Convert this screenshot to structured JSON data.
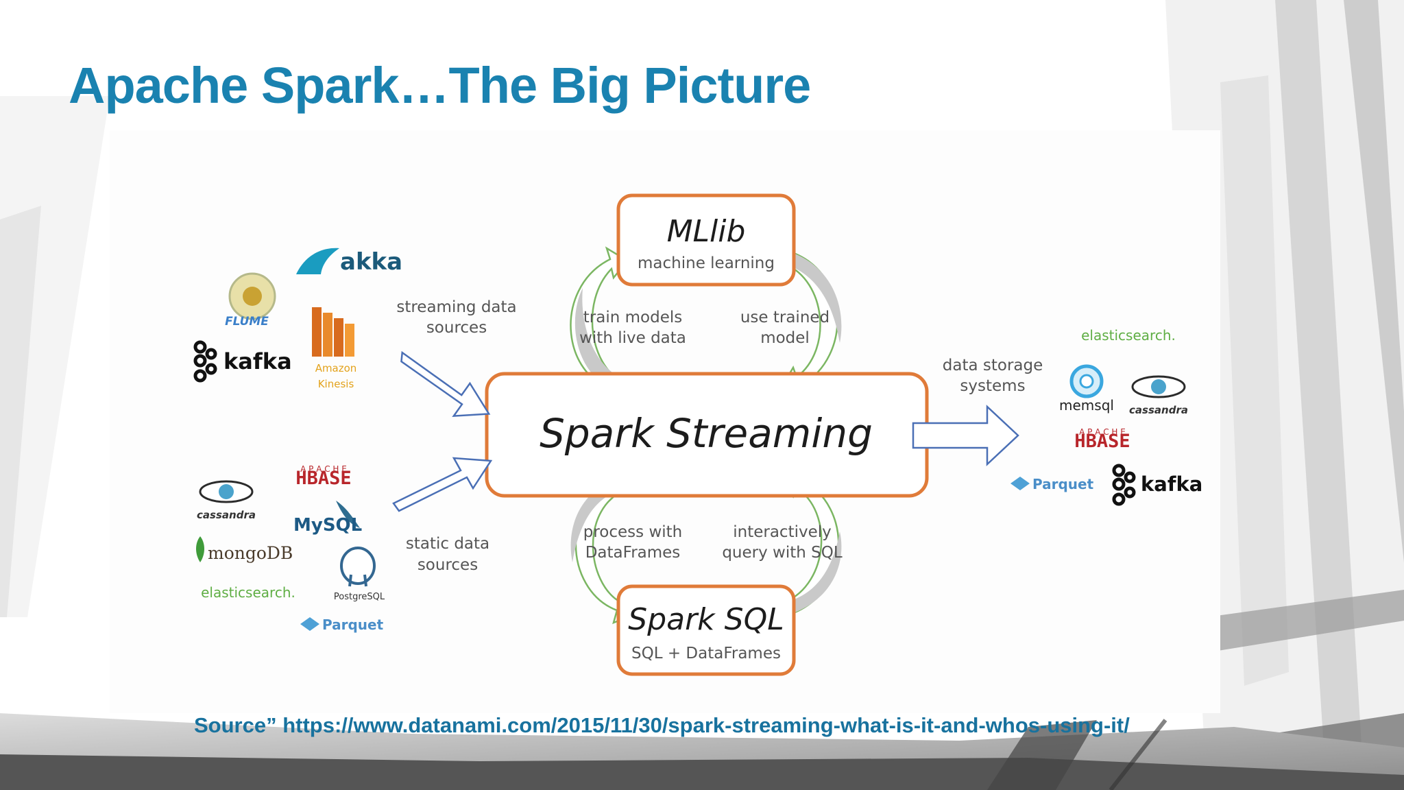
{
  "slide": {
    "title": "Apache Spark…The Big Picture",
    "source": "Source” https://www.datanami.com/2015/11/30/spark-streaming-what-is-it-and-whos-using-it/"
  },
  "diagram": {
    "center": {
      "label": "Spark Streaming"
    },
    "mllib": {
      "title": "MLlib",
      "subtitle": "machine learning"
    },
    "sparksql": {
      "title": "Spark SQL",
      "subtitle": "SQL + DataFrames"
    },
    "loop_labels": {
      "train_1": "train models",
      "train_2": "with live data",
      "use_1": "use trained",
      "use_2": "model",
      "process_1": "process with",
      "process_2": "DataFrames",
      "query_1": "interactively",
      "query_2": "query with SQL"
    },
    "inputs": {
      "streaming_1": "streaming data",
      "streaming_2": "sources",
      "static_1": "static data",
      "static_2": "sources"
    },
    "outputs": {
      "storage_1": "data storage",
      "storage_2": "systems"
    },
    "streaming_logos": {
      "akka": "akka",
      "flume": "FLUME",
      "kafka": "kafka",
      "kinesis_1": "Amazon",
      "kinesis_2": "Kinesis"
    },
    "static_logos": {
      "hbase_top": "A P A C H E",
      "hbase": "HBASE",
      "cassandra": "cassandra",
      "mysql": "MySQL",
      "mongodb": "mongoDB",
      "postgresql": "PostgreSQL",
      "elasticsearch": "elasticsearch.",
      "parquet": "Parquet"
    },
    "storage_logos": {
      "elasticsearch": "elasticsearch.",
      "memsql": "memsql",
      "cassandra": "cassandra",
      "hbase_top": "A P A C H E",
      "hbase": "HBASE",
      "parquet": "Parquet",
      "kafka": "kafka"
    }
  },
  "colors": {
    "title": "#1a82b0",
    "source": "#18729e",
    "box_border": "#e07b39",
    "arrow_blue": "#4a6fb5",
    "arrow_green": "#7bb662",
    "arrow_gray": "#c9c9c9",
    "elastic_green": "#5fae44",
    "hbase_red": "#b8262b"
  }
}
